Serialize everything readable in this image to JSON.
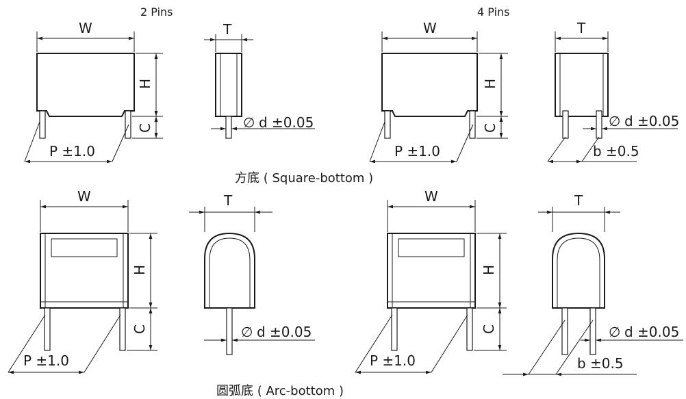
{
  "headings": {
    "two_pins": "2 Pins",
    "four_pins": "4 Pins"
  },
  "captions": {
    "square": "方底 ( Square-bottom )",
    "arc": "圆弧底 ( Arc-bottom )"
  },
  "dimensions": {
    "width": "W",
    "thickness": "T",
    "height": "H",
    "lead_clear": "C",
    "pitch": "P ±1.0",
    "lead_diameter": "d ±0.05",
    "diameter_symbol": "∅",
    "lead_spacing": "b ±0.5"
  }
}
